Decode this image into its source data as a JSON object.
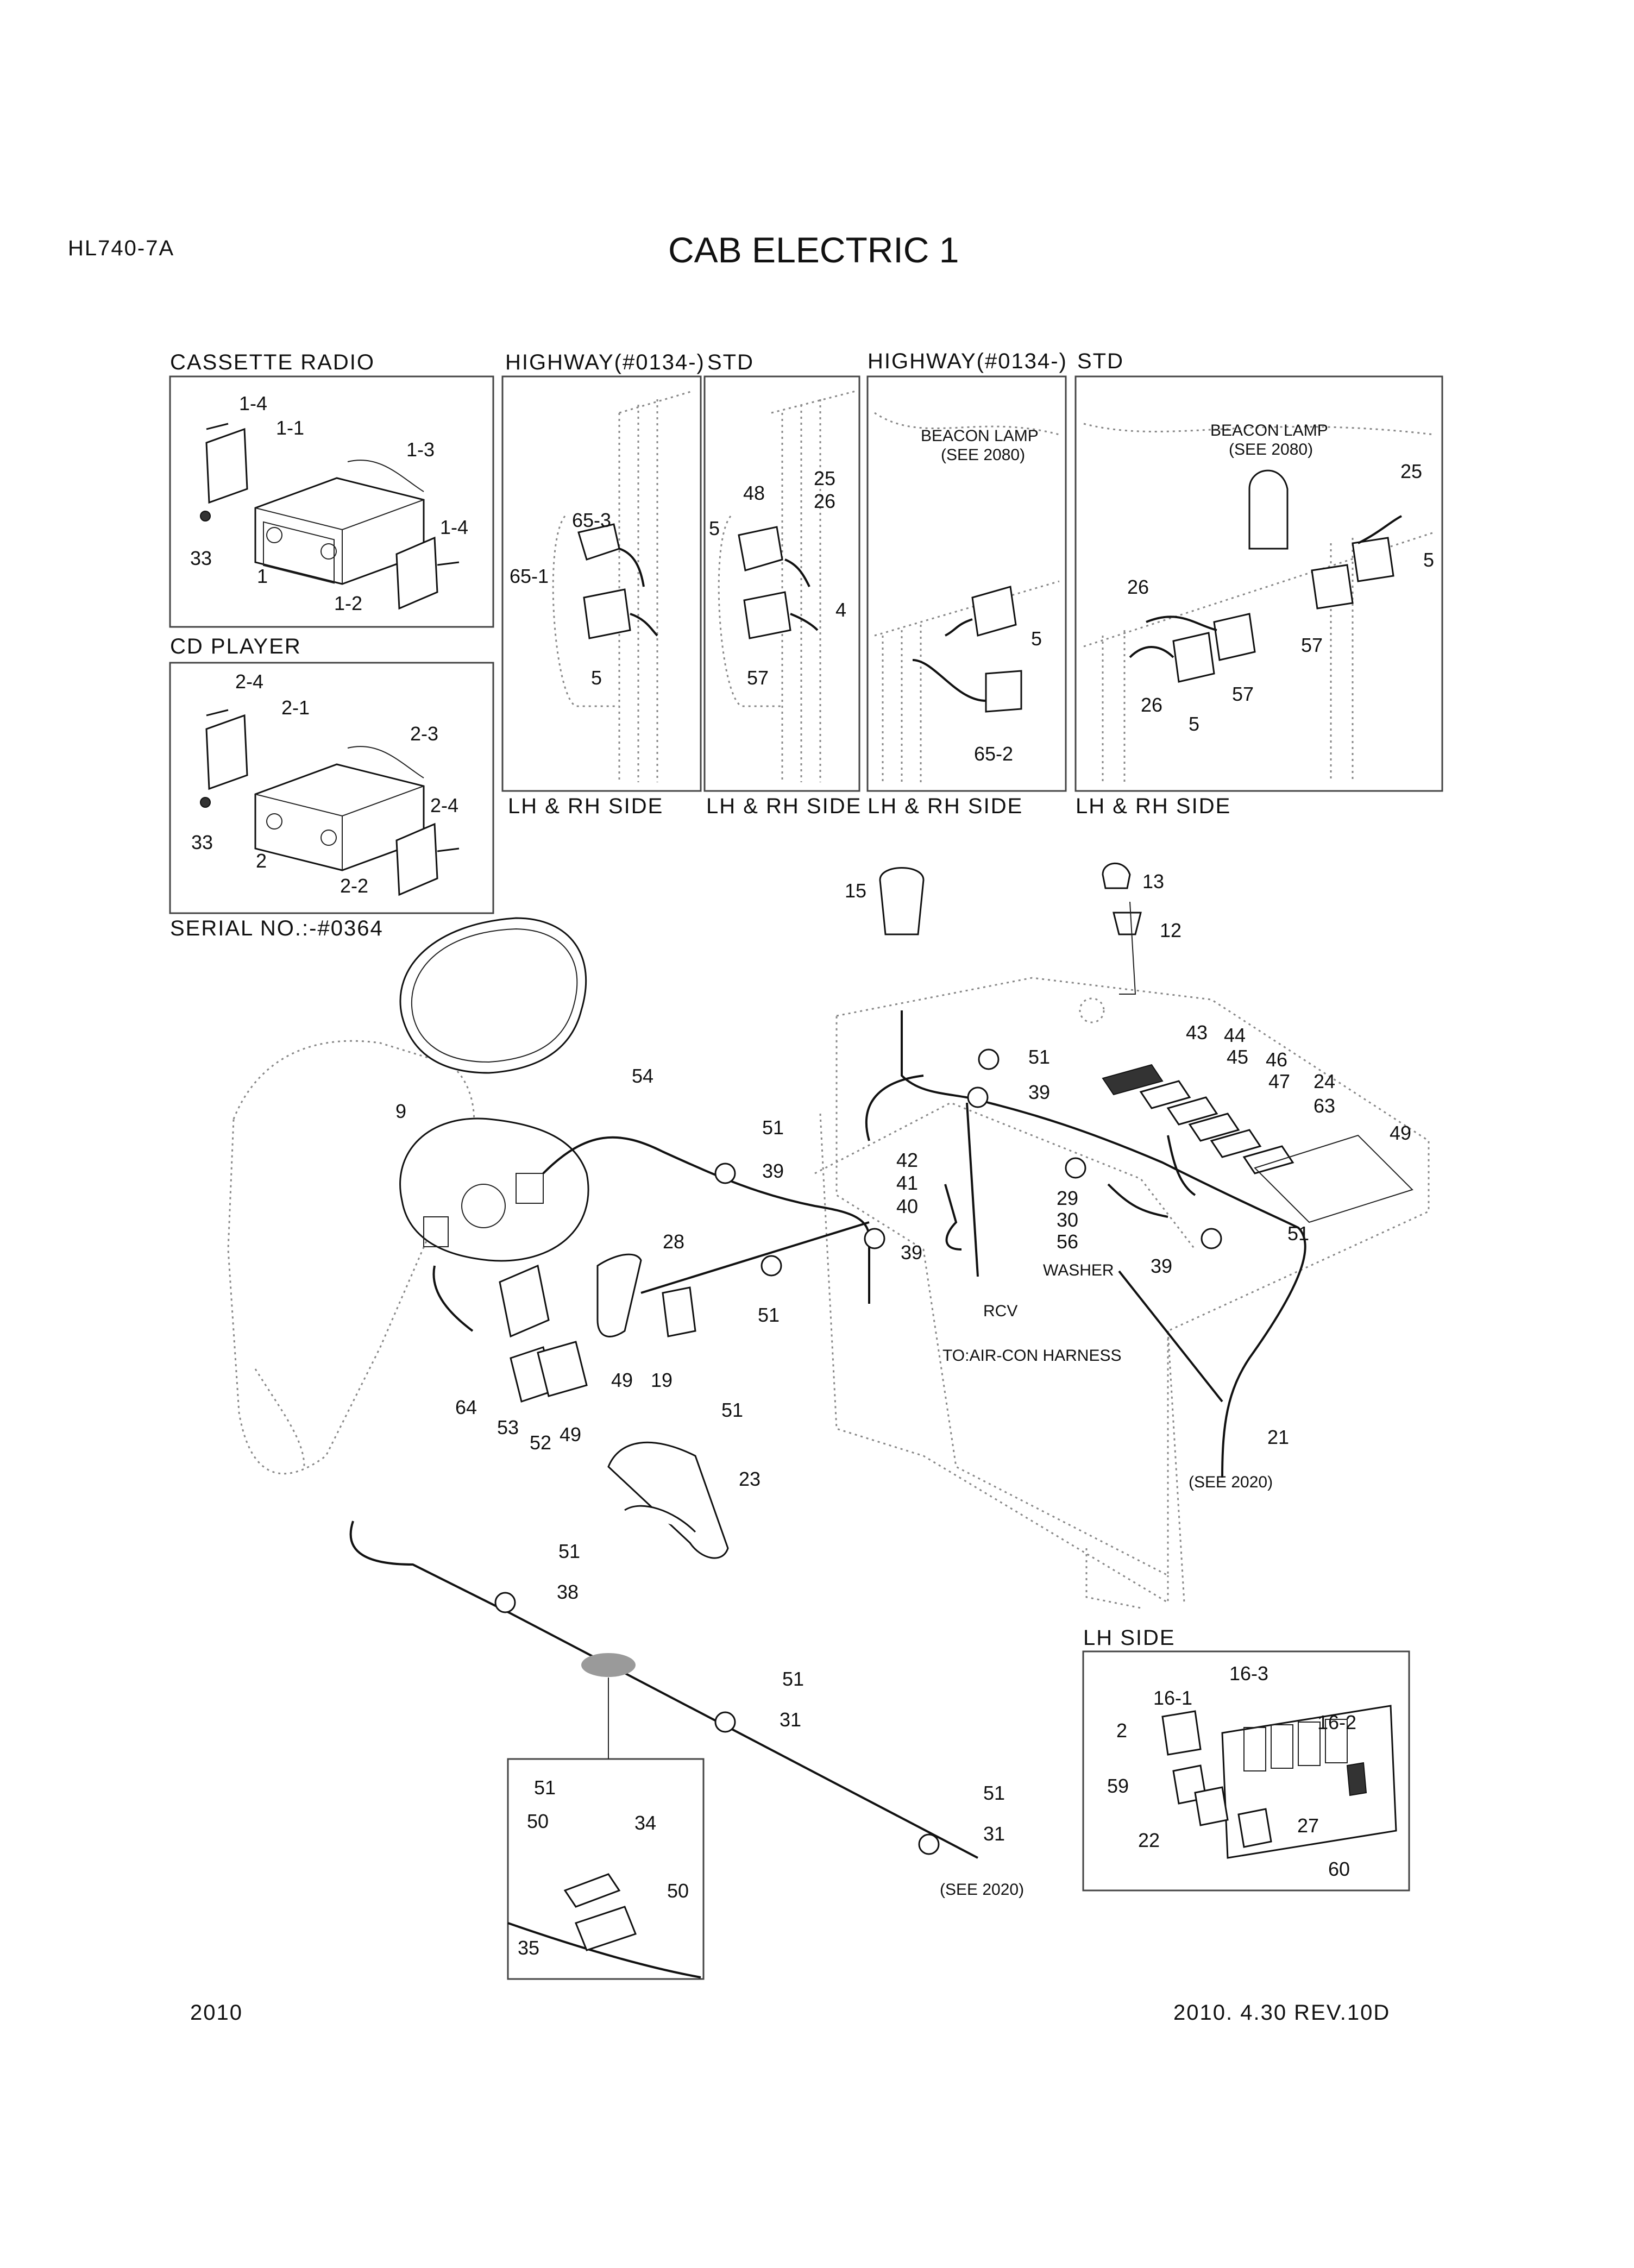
{
  "header": {
    "model": "HL740-7A",
    "title": "CAB ELECTRIC 1"
  },
  "panels": {
    "cassette_radio": "CASSETTE RADIO",
    "cd_player": "CD PLAYER",
    "serial_no": "SERIAL NO.:-#0364",
    "highway_1": "HIGHWAY(#0134-)",
    "std_1": "STD",
    "highway_2": "HIGHWAY(#0134-)",
    "std_2": "STD",
    "lh_rh_1": "LH & RH SIDE",
    "lh_rh_2": "LH & RH SIDE",
    "lh_rh_3": "LH & RH SIDE",
    "lh_rh_4": "LH & RH SIDE",
    "beacon_1": "BEACON LAMP",
    "beacon_1_ref": "(SEE 2080)",
    "beacon_2": "BEACON LAMP",
    "beacon_2_ref": "(SEE 2080)",
    "lh_side": "LH SIDE"
  },
  "notes": {
    "washer": "WASHER",
    "rcv": "RCV",
    "aircon": "TO:AIR-CON HARNESS",
    "see_2020_a": "(SEE 2020)",
    "see_2020_b": "(SEE 2020)"
  },
  "footer": {
    "page": "2010",
    "revision": "2010. 4.30  REV.10D"
  },
  "callouts": {
    "radio": [
      "1-4",
      "1-1",
      "1-3",
      "33",
      "1",
      "1-4",
      "1-2"
    ],
    "cd": [
      "2-4",
      "2-1",
      "2-3",
      "33",
      "2",
      "2-4",
      "2-2"
    ],
    "highway1": [
      "65-3",
      "65-1",
      "5"
    ],
    "std1": [
      "48",
      "5",
      "25",
      "26",
      "4",
      "57"
    ],
    "highway2": [
      "5",
      "65-2"
    ],
    "std2": [
      "25",
      "5",
      "26",
      "57",
      "26",
      "5",
      "57"
    ],
    "main": [
      "15",
      "13",
      "12",
      "9",
      "54",
      "51",
      "39",
      "51",
      "39",
      "43",
      "44",
      "45",
      "46",
      "47",
      "24",
      "63",
      "49",
      "42",
      "41",
      "40",
      "29",
      "30",
      "56",
      "51",
      "39",
      "51",
      "39",
      "28",
      "19",
      "49",
      "64",
      "53",
      "52",
      "49",
      "51",
      "23",
      "21",
      "51",
      "38",
      "51",
      "31",
      "51",
      "34",
      "50",
      "50",
      "35",
      "51",
      "31"
    ],
    "lh": [
      "16-3",
      "16-1",
      "16-2",
      "2",
      "59",
      "22",
      "27",
      "60"
    ]
  }
}
